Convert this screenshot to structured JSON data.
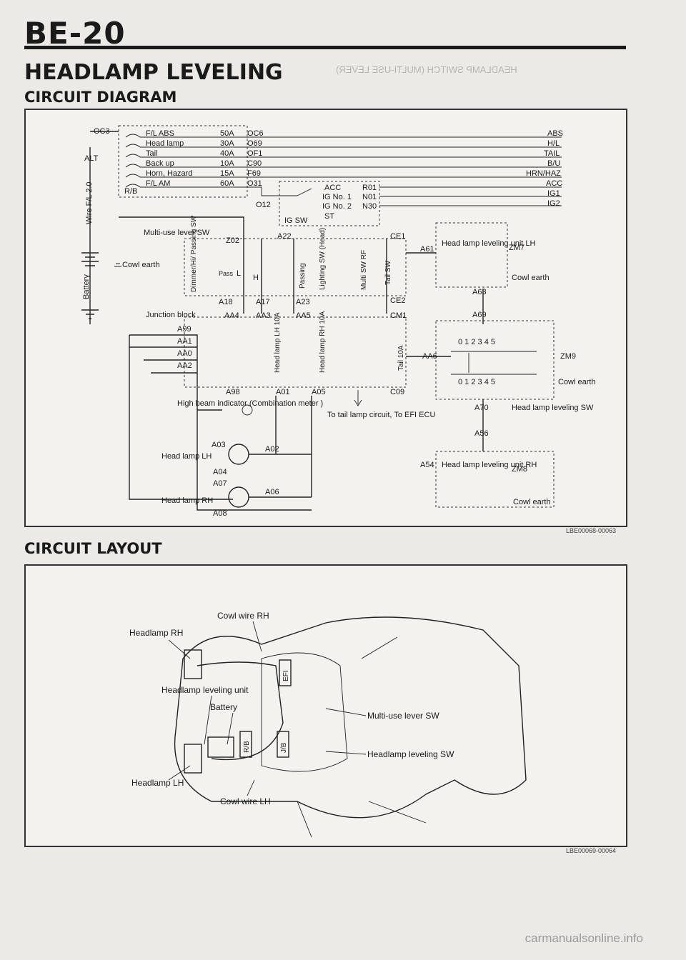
{
  "header": {
    "page_number": "BE-20"
  },
  "titles": {
    "section": "HEADLAMP LEVELING",
    "diagram": "CIRCUIT DIAGRAM",
    "layout": "CIRCUIT LAYOUT"
  },
  "ghost_text": "HEADLAMP SWITCH (MULTI-USE LEVER)",
  "diagram": {
    "code": "LBE00068-00063",
    "fuses": [
      {
        "name": "F/L ABS",
        "amp": "50A",
        "out": "OC6",
        "wire": "ABS"
      },
      {
        "name": "Head lamp",
        "amp": "30A",
        "out": "O69",
        "wire": "H/L"
      },
      {
        "name": "Tail",
        "amp": "40A",
        "out": "OF1",
        "wire": "TAIL"
      },
      {
        "name": "Back up",
        "amp": "10A",
        "out": "C90",
        "wire": "B/U"
      },
      {
        "name": "Horn, Hazard",
        "amp": "15A",
        "out": "F69",
        "wire": "HRN/HAZ"
      },
      {
        "name": "F/L AM",
        "amp": "60A",
        "out": "O31",
        "wire": ""
      }
    ],
    "labels": {
      "oc3": "OC3",
      "alt": "ALT",
      "rb": "R/B",
      "wire_fl": "Wire F/L 2.0",
      "battery": "Battery",
      "o12": "O12",
      "acc": "ACC",
      "ig1": "IG No. 1",
      "ig2": "IG No. 2",
      "st": "ST",
      "igsw": "IG SW",
      "r01": "R01",
      "n01": "N01",
      "n30": "N30",
      "acc_r": "ACC",
      "ig1_r": "IG1",
      "ig2_r": "IG2",
      "multi_sw": "Multi-use lever SW",
      "z02": "Z02",
      "a22": "A22",
      "ce1": "CE1",
      "ce2": "CE2",
      "cowl_earth": "Cowl earth",
      "dimmer": "Dimmer/Hi/ Passing SW",
      "pass": "Pass",
      "l": "L",
      "h": "H",
      "passing": "Passing",
      "lighting": "Lighting SW (Head)",
      "multi_rf": "Multi SW RF",
      "tail_sw": "Tail SW",
      "a18": "A18",
      "a17": "A17",
      "a23": "A23",
      "junction": "Junction block",
      "aa4": "AA4",
      "aa3": "AA3",
      "aa5": "AA5",
      "cm1": "CM1",
      "a99": "A99",
      "aa1": "AA1",
      "aa0": "AA0",
      "aa2": "AA2",
      "hl_lh": "Head lamp LH 10A",
      "hl_rh": "Head lamp RH 10A",
      "tail10": "Tail 10A",
      "a98": "A98",
      "a01": "A01",
      "a05": "A05",
      "c09": "C09",
      "high_beam": "High beam indicator (Combination meter )",
      "to_tail": "To tail lamp circuit, To EFI ECU",
      "a03": "A03",
      "a04": "A04",
      "a07": "A07",
      "a08": "A08",
      "a02": "A02",
      "a06": "A06",
      "head_lamp_lh": "Head lamp LH",
      "head_lamp_rh": "Head lamp RH",
      "a61": "A61",
      "hl_unit_lh": "Head lamp leveling unit LH",
      "zm7": "ZM7",
      "a63": "A63",
      "a69": "A69",
      "aa6": "AA6",
      "zm9": "ZM9",
      "cowl": "Cowl earth",
      "a70": "A70",
      "hl_sw": "Head lamp leveling SW",
      "a56": "A56",
      "a54": "A54",
      "hl_unit_rh": "Head lamp leveling unit RH",
      "zm8": "ZM8",
      "sw_positions": "0 1 2 3 4 5"
    }
  },
  "layout": {
    "code": "LBE00069-00064",
    "labels": {
      "cowl_rh": "Cowl wire RH",
      "headlamp_rh": "Headlamp RH",
      "leveling_unit": "Headlamp leveling unit",
      "battery": "Battery",
      "multi_sw": "Multi-use lever SW",
      "leveling_sw": "Headlamp leveling SW",
      "headlamp_lh": "Headlamp LH",
      "cowl_lh": "Cowl wire LH",
      "efi": "EFI",
      "jb": "J/B",
      "rb": "R/B"
    }
  },
  "footer": {
    "watermark": "carmanualsonline.info"
  }
}
